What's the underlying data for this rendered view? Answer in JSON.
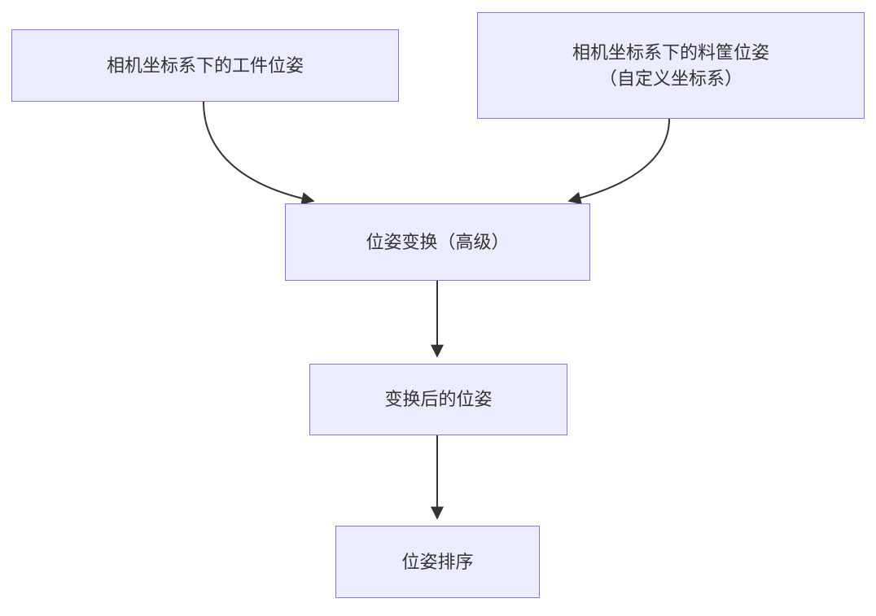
{
  "diagram": {
    "nodes": {
      "workpiece_pose": {
        "label": "相机坐标系下的工件位姿"
      },
      "bin_pose": {
        "label": "相机坐标系下的料筐位姿\n（自定义坐标系）"
      },
      "pose_transform": {
        "label": "位姿变换（高级）"
      },
      "transformed_pose": {
        "label": "变换后的位姿"
      },
      "pose_sorting": {
        "label": "位姿排序"
      }
    },
    "edges": [
      {
        "from": "workpiece_pose",
        "to": "pose_transform"
      },
      {
        "from": "bin_pose",
        "to": "pose_transform"
      },
      {
        "from": "pose_transform",
        "to": "transformed_pose"
      },
      {
        "from": "transformed_pose",
        "to": "pose_sorting"
      }
    ]
  },
  "colors": {
    "node-fill": "#ECECFF",
    "node-border": "#9370DB",
    "edge": "#333333",
    "text": "#333333",
    "background": "#FFFFFF"
  }
}
